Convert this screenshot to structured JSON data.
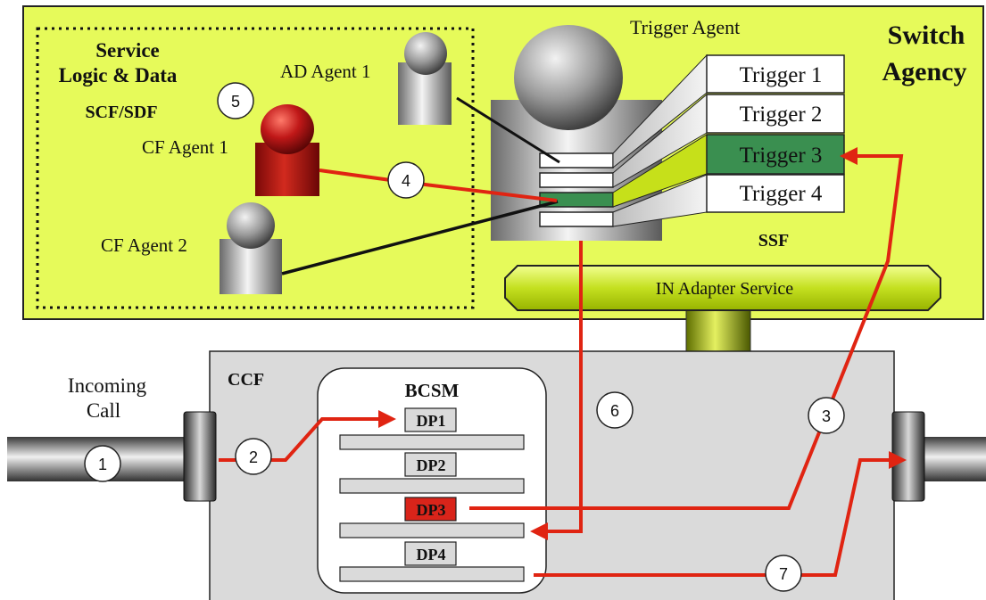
{
  "switch_agency": {
    "title_line1": "Switch",
    "title_line2": "Agency",
    "fill": "#E6FA5A"
  },
  "service_logic": {
    "title_line1": "Service",
    "title_line2": "Logic & Data",
    "subtitle": "SCF/SDF"
  },
  "agents": {
    "trigger_agent": "Trigger Agent",
    "ad_agent_1": "AD Agent 1",
    "cf_agent_1": "CF Agent 1",
    "cf_agent_2": "CF Agent 2"
  },
  "triggers": [
    "Trigger 1",
    "Trigger 2",
    "Trigger 3",
    "Trigger 4"
  ],
  "active_trigger_color": "#3A8F50",
  "ssf_label": "SSF",
  "in_adapter_label": "IN Adapter Service",
  "ccf": {
    "label": "CCF",
    "fill": "#DADADA"
  },
  "bcsm": {
    "title": "BCSM",
    "dps": [
      "DP1",
      "DP2",
      "DP3",
      "DP4"
    ],
    "active_dp_color": "#D9241A"
  },
  "incoming_call": {
    "line1": "Incoming",
    "line2": "Call"
  },
  "steps": [
    "1",
    "2",
    "3",
    "4",
    "5",
    "6",
    "7"
  ],
  "colors": {
    "flow_red": "#E02412",
    "cf_agent_1_red": "#B01010"
  }
}
